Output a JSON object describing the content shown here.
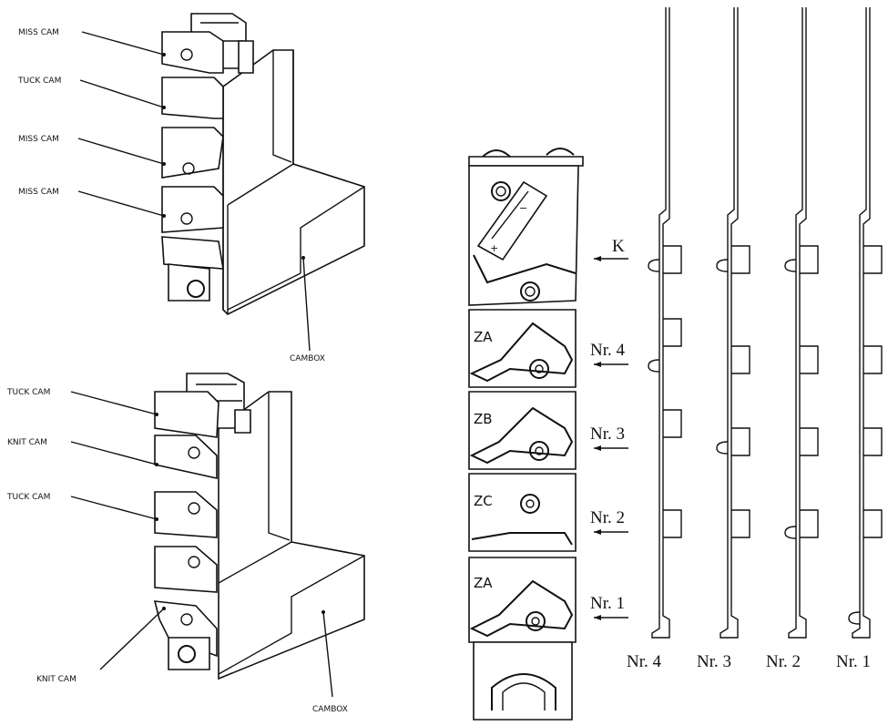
{
  "top_cambox": {
    "labels": [
      "MISS CAM",
      "TUCK CAM",
      "MISS CAM",
      "MISS CAM"
    ],
    "cambox_label": "CAMBOX"
  },
  "bottom_cambox": {
    "labels": [
      "TUCK CAM",
      "KNIT CAM",
      "TUCK CAM",
      "KNIT CAM"
    ],
    "cambox_label": "CAMBOX"
  },
  "cam_assembly": {
    "zones": [
      "ZA",
      "ZB",
      "ZC",
      "ZA"
    ],
    "arrow_labels": [
      "K",
      "Nr. 4",
      "Nr. 3",
      "Nr. 2",
      "Nr. 1"
    ]
  },
  "needles": {
    "labels": [
      "Nr. 4",
      "Nr. 3",
      "Nr. 2",
      "Nr. 1"
    ]
  }
}
